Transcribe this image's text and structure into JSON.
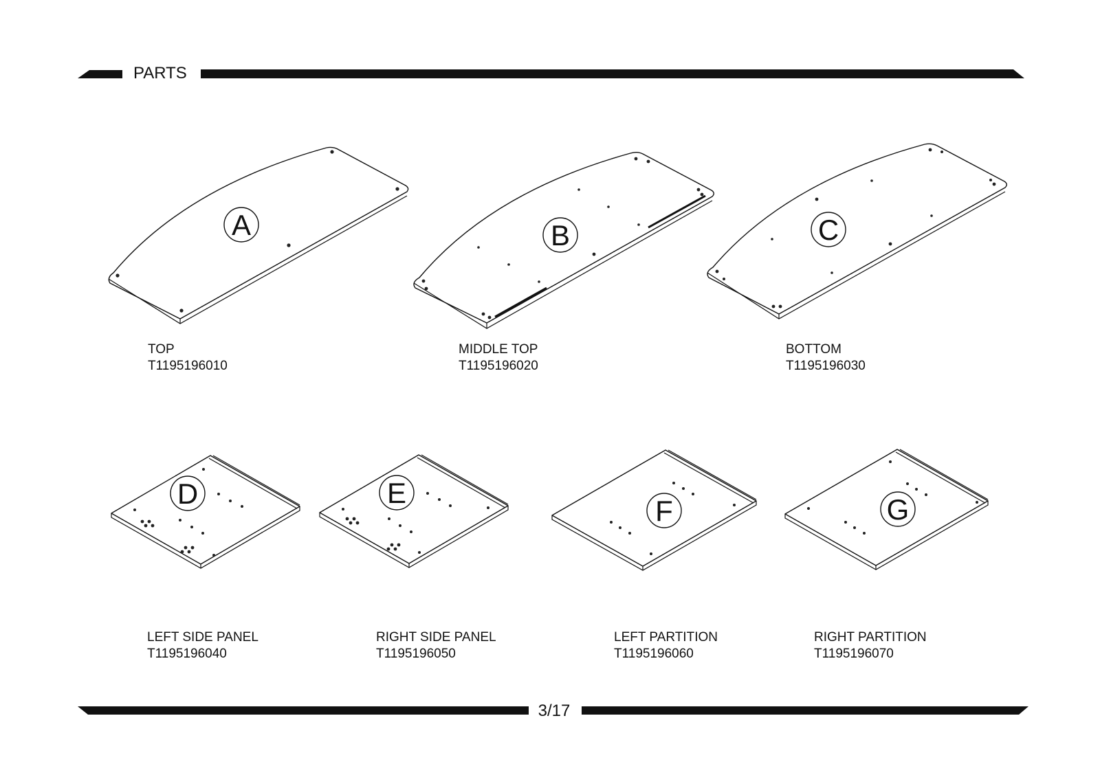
{
  "header": {
    "title": "PARTS"
  },
  "footer": {
    "page": "3/17"
  },
  "parts": [
    {
      "letter": "A",
      "name": "TOP",
      "code": "T1195196010"
    },
    {
      "letter": "B",
      "name": "MIDDLE TOP",
      "code": "T1195196020"
    },
    {
      "letter": "C",
      "name": "BOTTOM",
      "code": "T1195196030"
    },
    {
      "letter": "D",
      "name": "LEFT SIDE PANEL",
      "code": "T1195196040"
    },
    {
      "letter": "E",
      "name": "RIGHT SIDE PANEL",
      "code": "T1195196050"
    },
    {
      "letter": "F",
      "name": "LEFT PARTITION",
      "code": "T1195196060"
    },
    {
      "letter": "G",
      "name": "RIGHT PARTITION",
      "code": "T1195196070"
    }
  ]
}
